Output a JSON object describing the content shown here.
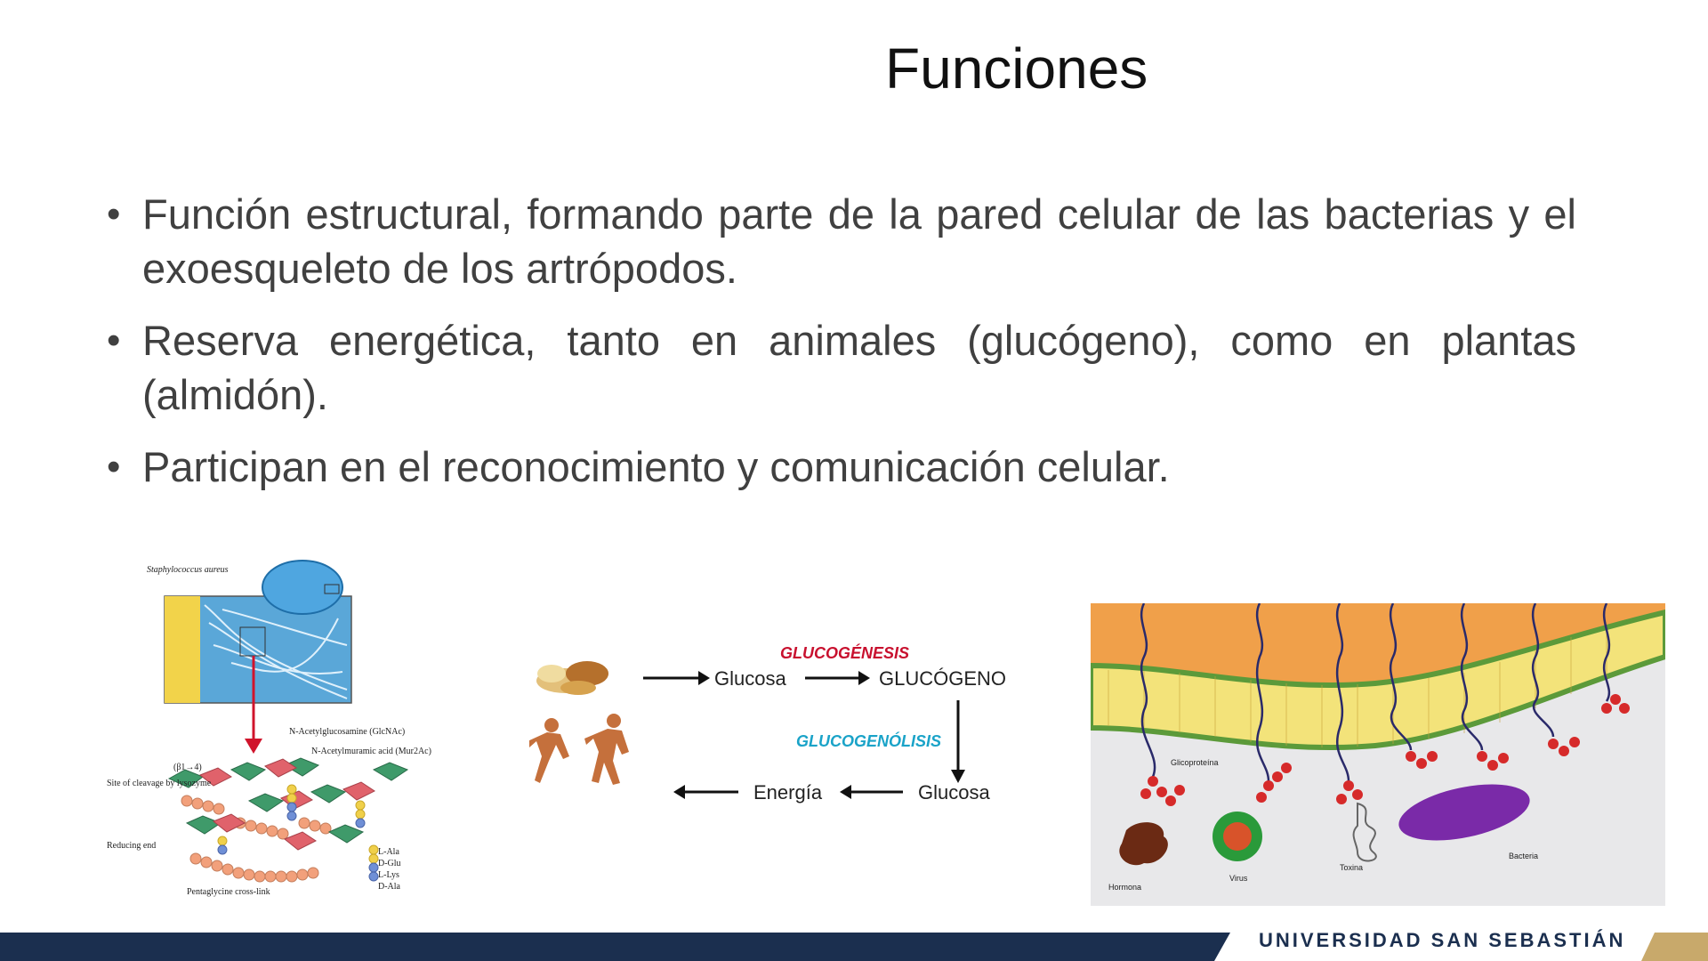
{
  "slide": {
    "title": "Funciones",
    "bullets": [
      "Función estructural, formando parte de la pared celular de las bacterias y el exoesqueleto de los artrópodos.",
      "Reserva energética, tanto en animales (glucógeno), como en plantas (almidón).",
      "Participan en el reconocimiento y comunicación celular."
    ],
    "bullet_symbol": "•"
  },
  "figure_wall": {
    "organism": "Staphylococcus aureus",
    "glcnac": "N-Acetylglucosamine (GlcNAc)",
    "murnac": "N-Acetylmuramic acid (Mur2Ac)",
    "bond": "(β1→4)",
    "cleavage": "Site of cleavage by lysozyme",
    "reducing": "Reducing end",
    "pentaglycine": "Pentaglycine cross-link",
    "aminoacids": [
      "L-Ala",
      "D-Glu",
      "L-Lys",
      "D-Ala"
    ]
  },
  "figure_glycogen": {
    "glucogenesis": "GLUCOGÉNESIS",
    "glucosa_top": "Glucosa",
    "glucogeno": "GLUCÓGENO",
    "glucogenolisis": "GLUCOGENÓLISIS",
    "energia": "Energía",
    "glucosa_bottom": "Glucosa",
    "colors": {
      "glucogenesis": "#c8102e",
      "glucogenolisis": "#1aa3c8"
    }
  },
  "figure_membrane": {
    "glicoproteina": "Glicoproteína",
    "hormona": "Hormona",
    "virus": "Virus",
    "toxina": "Toxina",
    "bacteria": "Bacteria"
  },
  "footer": {
    "institution": "UNIVERSIDAD SAN SEBASTIÁN",
    "colors": {
      "bar": "#1b2f4f",
      "accent": "#c8a96b"
    }
  }
}
